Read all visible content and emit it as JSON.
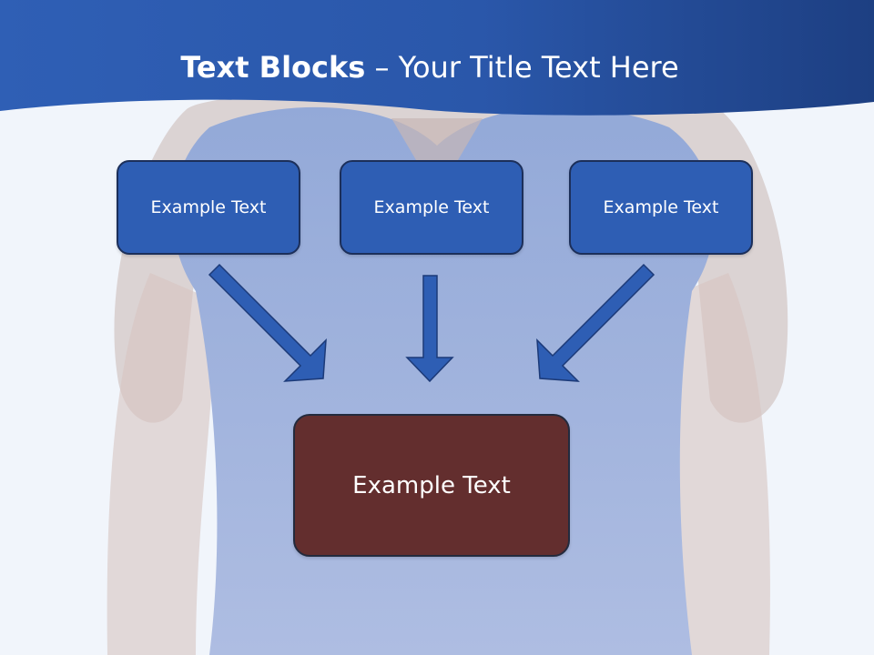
{
  "slide": {
    "title_bold": "Text Blocks",
    "title_dash": " – ",
    "title_rest": "Your Title Text Here"
  },
  "blocks": [
    {
      "label": "Example Text"
    },
    {
      "label": "Example Text"
    },
    {
      "label": "Example Text"
    }
  ],
  "target": {
    "label": "Example Text"
  },
  "colors": {
    "header": "#2a56a8",
    "block_fill": "#2e5eb4",
    "target_fill": "#632e2e",
    "arrow_fill": "#2e5eb4"
  }
}
